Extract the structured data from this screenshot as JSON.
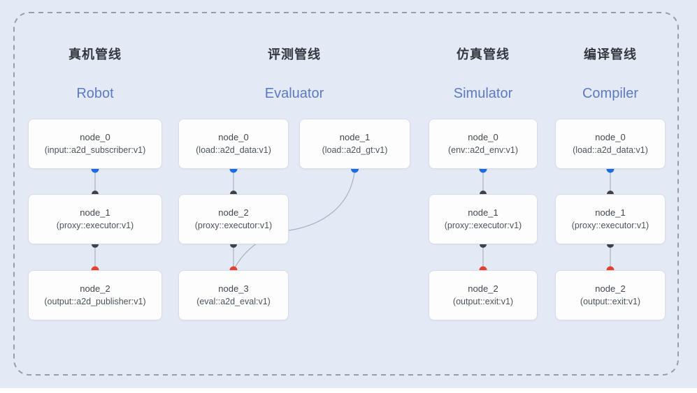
{
  "colors": {
    "canvas_background": "#e4e9f6",
    "frame_dash": "#989da7",
    "node_background": "#fdfdfe",
    "node_border": "#d9dde4",
    "edge_line": "#a9b1c0",
    "port_blue": "#1b6ce0",
    "port_dark": "#3f4245",
    "port_red": "#e8402f",
    "heading_zh_color": "#33373d",
    "heading_en_color": "#5c7ac2"
  },
  "pipelines": [
    {
      "title_zh": "真机管线",
      "title_en": "Robot",
      "nodes": [
        {
          "title": "node_0",
          "subtitle": "(input::a2d_subscriber:v1)"
        },
        {
          "title": "node_1",
          "subtitle": "(proxy::executor:v1)"
        },
        {
          "title": "node_2",
          "subtitle": "(output::a2d_publisher:v1)"
        }
      ]
    },
    {
      "title_zh": "评测管线",
      "title_en": "Evaluator",
      "nodes": [
        {
          "title": "node_0",
          "subtitle": "(load::a2d_data:v1)"
        },
        {
          "title": "node_1",
          "subtitle": "(load::a2d_gt:v1)"
        },
        {
          "title": "node_2",
          "subtitle": "(proxy::executor:v1)"
        },
        {
          "title": "node_3",
          "subtitle": "(eval::a2d_eval:v1)"
        }
      ]
    },
    {
      "title_zh": "仿真管线",
      "title_en": "Simulator",
      "nodes": [
        {
          "title": "node_0",
          "subtitle": "(env::a2d_env:v1)"
        },
        {
          "title": "node_1",
          "subtitle": "(proxy::executor:v1)"
        },
        {
          "title": "node_2",
          "subtitle": "(output::exit:v1)"
        }
      ]
    },
    {
      "title_zh": "编译管线",
      "title_en": "Compiler",
      "nodes": [
        {
          "title": "node_0",
          "subtitle": "(load::a2d_data:v1)"
        },
        {
          "title": "node_1",
          "subtitle": "(proxy::executor:v1)"
        },
        {
          "title": "node_2",
          "subtitle": "(output::exit:v1)"
        }
      ]
    }
  ]
}
